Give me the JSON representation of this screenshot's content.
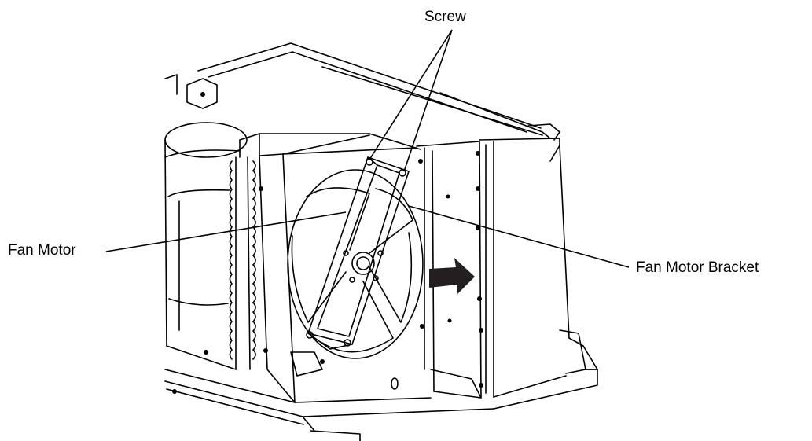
{
  "labels": {
    "screw": "Screw",
    "fan_motor": "Fan Motor",
    "fan_motor_bracket": "Fan Motor Bracket"
  },
  "colors": {
    "ink": "#000000",
    "paper": "#ffffff",
    "arrow": "#231f20"
  }
}
